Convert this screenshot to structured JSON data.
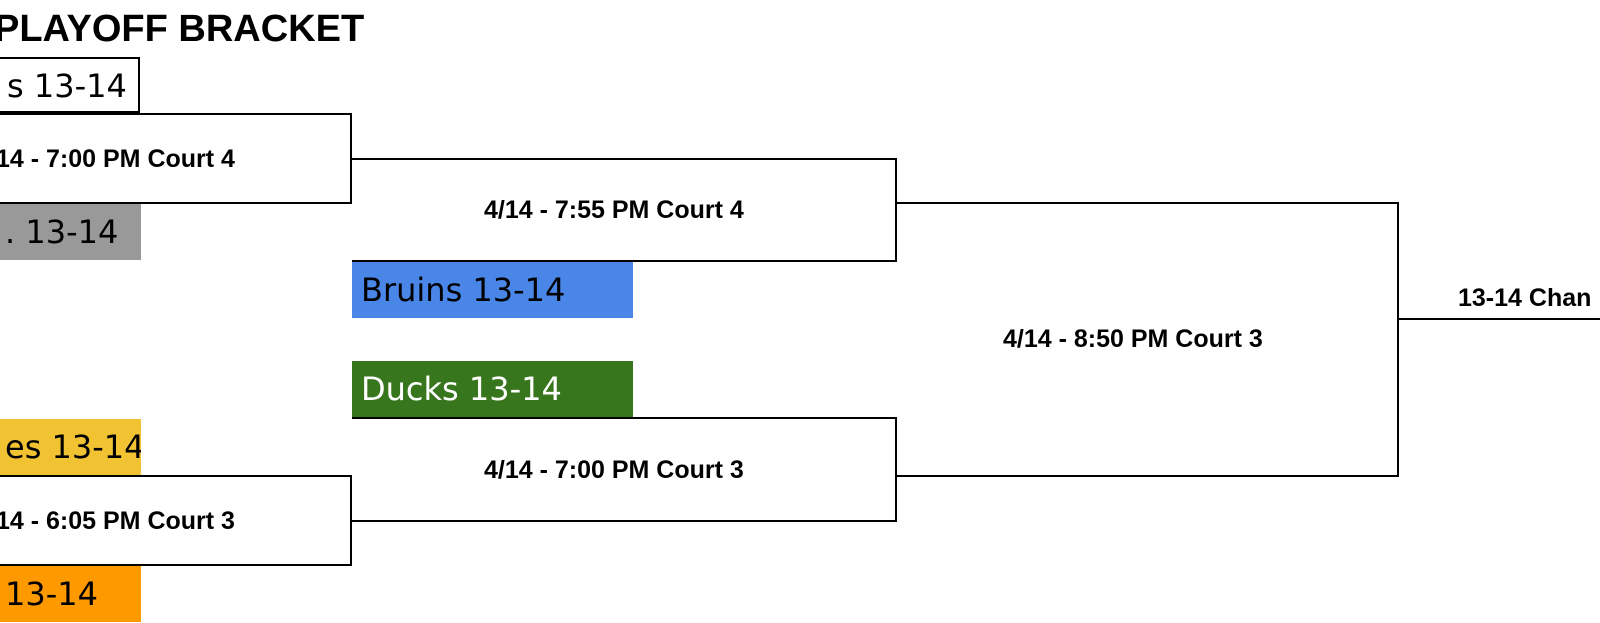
{
  "title": "PLAYOFF BRACKET",
  "round1": {
    "top": {
      "team_a": "s 13-14",
      "game": "14 - 7:00 PM Court 4",
      "team_b": ". 13-14"
    },
    "bottom": {
      "team_a": "es 13-14",
      "game": "14 - 6:05 PM Court 3",
      "team_b": "13-14"
    }
  },
  "round2": {
    "top": {
      "game": "4/14 - 7:55 PM Court 4",
      "team": "Bruins 13-14"
    },
    "bottom": {
      "team": "Ducks 13-14",
      "game": "4/14 - 7:00 PM Court 3"
    }
  },
  "semifinal": {
    "game": "4/14 - 8:50 PM Court 3"
  },
  "final": {
    "label": "13-14 Chan"
  },
  "colors": {
    "gray": "#999999",
    "blue": "#4a86e8",
    "green": "#38761d",
    "yellow": "#f1c232",
    "orange": "#ff9900",
    "line": "#000000"
  }
}
